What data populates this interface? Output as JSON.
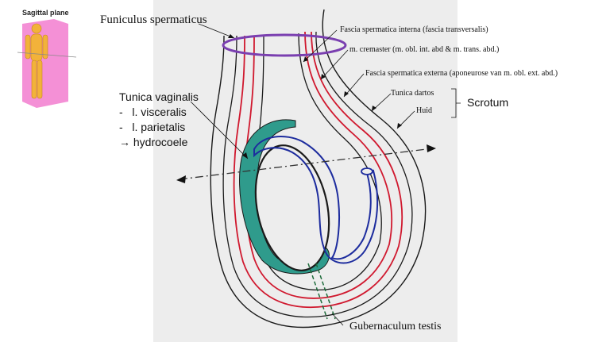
{
  "thumbnail": {
    "title": "Sagittal plane"
  },
  "labels": {
    "funiculus": "Funiculus spermaticus",
    "fascia_interna": "Fascia spermatica interna (fascia transversalis)",
    "cremaster": "m. cremaster (m. obl. int. abd & m. trans. abd.)",
    "fascia_externa": "Fascia spermatica externa (aponeurose van m. obl. ext. abd.)",
    "tunica_dartos": "Tunica dartos",
    "huid": "Huid",
    "scrotum": "Scrotum",
    "gubernaculum": "Gubernaculum testis"
  },
  "tunica_list": {
    "title": "Tunica vaginalis",
    "items": [
      {
        "bullet": "-",
        "text": "l. visceralis"
      },
      {
        "bullet": "-",
        "text": "l. parietalis"
      },
      {
        "bullet": "→",
        "text": "hydrocoele"
      }
    ]
  },
  "colors": {
    "background_panel": "#ededed",
    "outer_layers": "#1a1a1a",
    "red_layers": "#d0182e",
    "tunica_fill": "#2f9b8c",
    "epididymis": "#1d2c9e",
    "ring": "#7a3fb0",
    "gubernaculum": "#1d6b3a",
    "thumbnail_plane": "#f06bc8",
    "thumbnail_figure": "#f2b23a"
  }
}
